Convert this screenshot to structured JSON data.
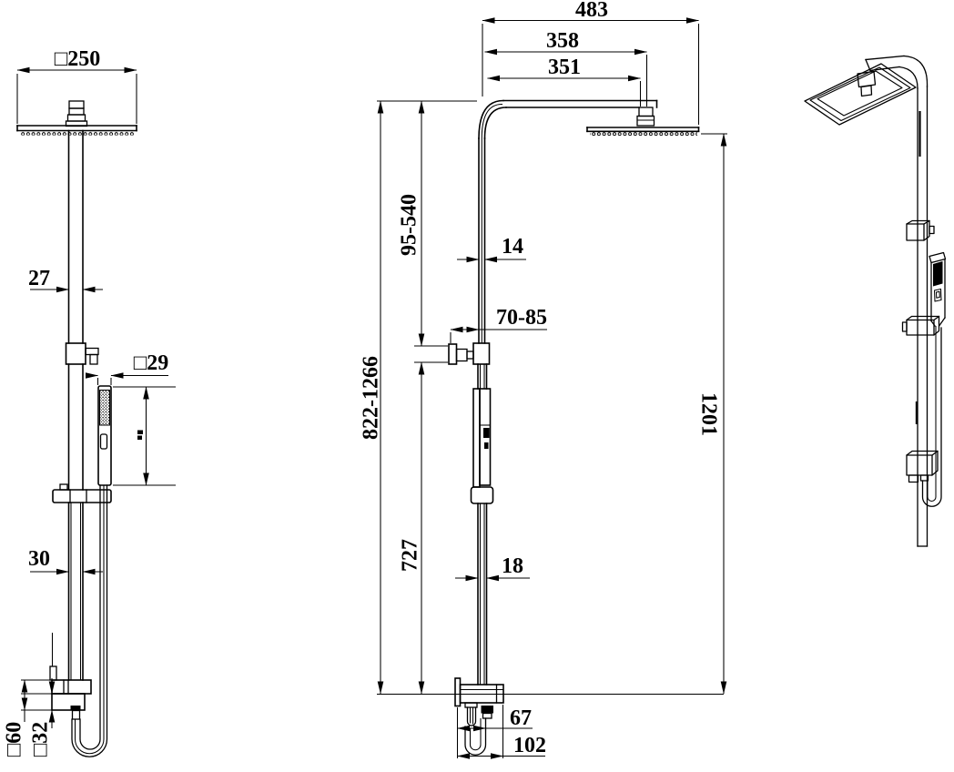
{
  "drawing": {
    "background_color": "#ffffff",
    "line_color": "#000000",
    "views": [
      "front-view",
      "side-view",
      "perspective-view"
    ]
  },
  "dims": {
    "front": {
      "head_width": "□250",
      "riser_width": "27",
      "handshower_width": "□29",
      "rail_width": "30",
      "valve_body_size": "□60",
      "valve_trim_size": "□32"
    },
    "side": {
      "arm_reach_overall": "483",
      "arm_reach_to_head_center": "358",
      "arm_reach_inner": "351",
      "head_height_adjust": "95-540",
      "riser_depth": "14",
      "wall_bracket_offset": "70-85",
      "overall_height": "822-1266",
      "bracket_to_base": "727",
      "head_to_base": "1201",
      "rail_depth": "18",
      "valve_depth": "67",
      "valve_overall_depth": "102"
    }
  }
}
